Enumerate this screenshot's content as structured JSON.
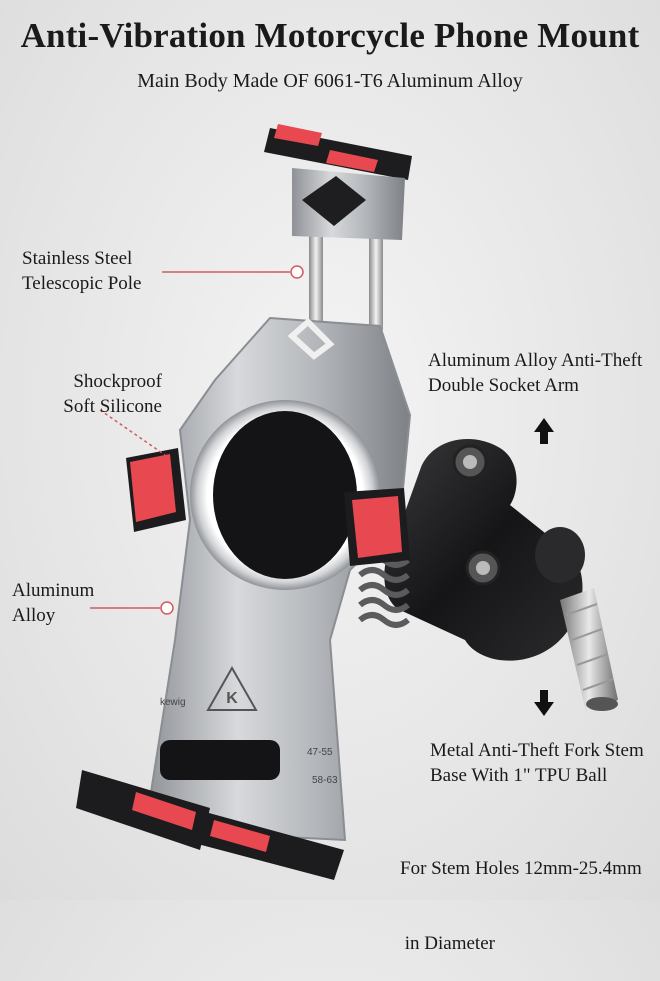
{
  "title": "Anti-Vibration Motorcycle Phone Mount",
  "subtitle": "Main Body Made OF 6061-T6 Aluminum Alloy",
  "callouts": {
    "pole": {
      "line1": "Stainless Steel",
      "line2": "Telescopic Pole"
    },
    "silicone": {
      "line1": "Shockproof",
      "line2": "Soft Silicone"
    },
    "alloy": {
      "line1": "Aluminum",
      "line2": "Alloy"
    },
    "arm": {
      "line1": "Aluminum Alloy Anti-Theft",
      "line2": "Double Socket Arm"
    },
    "base": {
      "line1": "Metal Anti-Theft Fork Stem",
      "line2": "Base With 1\" TPU Ball"
    },
    "stem": {
      "line1": "For Stem Holes 12mm-25.4mm",
      "line2": " in Diameter"
    }
  },
  "brand": {
    "logo_text": "kewig"
  },
  "size_marks": {
    "upper": "47-55",
    "lower": "58-63"
  },
  "colors": {
    "accent": "#e8484f",
    "metal": "#b9bcc0",
    "dark": "#1b1b1d"
  }
}
